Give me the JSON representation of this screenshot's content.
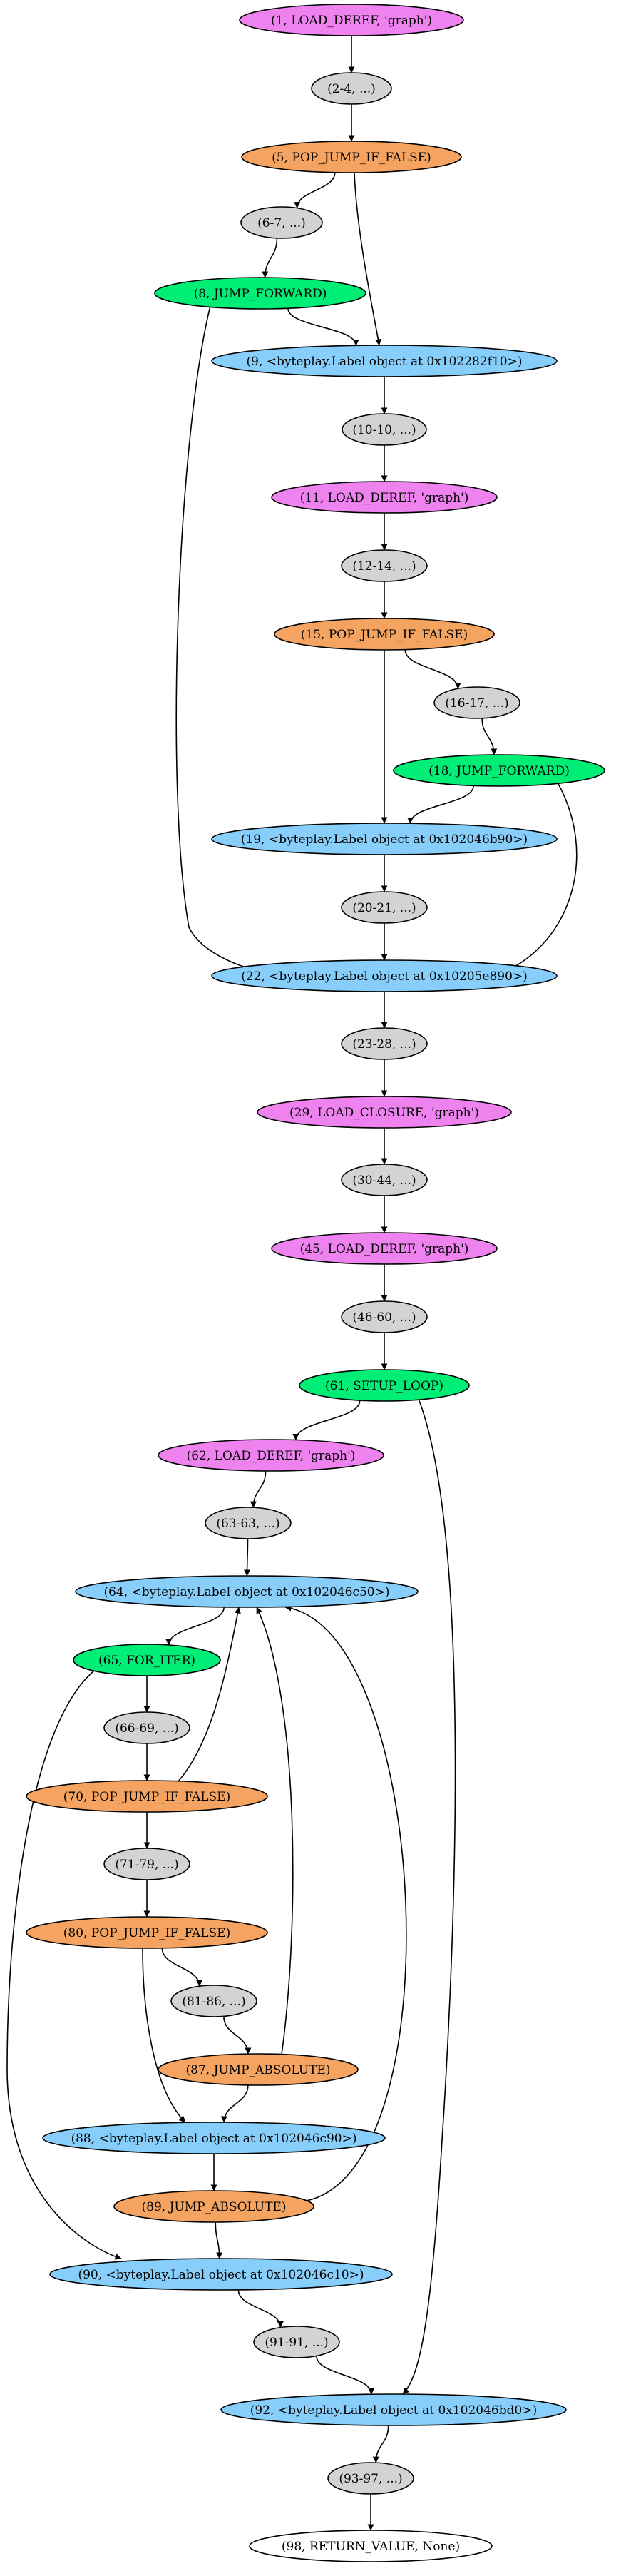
{
  "colors": {
    "magenta": "#ee82ee",
    "gray": "#d3d3d3",
    "orange": "#f4a460",
    "green": "#00ee76",
    "blue": "#87cefa",
    "white": "#ffffff"
  },
  "nodes": [
    {
      "id": "n1",
      "label": "(1, LOAD_DEREF, 'graph')",
      "color": "magenta"
    },
    {
      "id": "n2",
      "label": "(2-4, ...)",
      "color": "gray"
    },
    {
      "id": "n5",
      "label": "(5, POP_JUMP_IF_FALSE)",
      "color": "orange"
    },
    {
      "id": "n6",
      "label": "(6-7, ...)",
      "color": "gray"
    },
    {
      "id": "n8",
      "label": "(8, JUMP_FORWARD)",
      "color": "green"
    },
    {
      "id": "n9",
      "label": "(9, <byteplay.Label object at 0x102282f10>)",
      "color": "blue"
    },
    {
      "id": "n10",
      "label": "(10-10, ...)",
      "color": "gray"
    },
    {
      "id": "n11",
      "label": "(11, LOAD_DEREF, 'graph')",
      "color": "magenta"
    },
    {
      "id": "n12",
      "label": "(12-14, ...)",
      "color": "gray"
    },
    {
      "id": "n15",
      "label": "(15, POP_JUMP_IF_FALSE)",
      "color": "orange"
    },
    {
      "id": "n16",
      "label": "(16-17, ...)",
      "color": "gray"
    },
    {
      "id": "n18",
      "label": "(18, JUMP_FORWARD)",
      "color": "green"
    },
    {
      "id": "n19",
      "label": "(19, <byteplay.Label object at 0x102046b90>)",
      "color": "blue"
    },
    {
      "id": "n20",
      "label": "(20-21, ...)",
      "color": "gray"
    },
    {
      "id": "n22",
      "label": "(22, <byteplay.Label object at 0x10205e890>)",
      "color": "blue"
    },
    {
      "id": "n23",
      "label": "(23-28, ...)",
      "color": "gray"
    },
    {
      "id": "n29",
      "label": "(29, LOAD_CLOSURE, 'graph')",
      "color": "magenta"
    },
    {
      "id": "n30",
      "label": "(30-44, ...)",
      "color": "gray"
    },
    {
      "id": "n45",
      "label": "(45, LOAD_DEREF, 'graph')",
      "color": "magenta"
    },
    {
      "id": "n46",
      "label": "(46-60, ...)",
      "color": "gray"
    },
    {
      "id": "n61",
      "label": "(61, SETUP_LOOP)",
      "color": "green"
    },
    {
      "id": "n62",
      "label": "(62, LOAD_DEREF, 'graph')",
      "color": "magenta"
    },
    {
      "id": "n63",
      "label": "(63-63, ...)",
      "color": "gray"
    },
    {
      "id": "n64",
      "label": "(64, <byteplay.Label object at 0x102046c50>)",
      "color": "blue"
    },
    {
      "id": "n65",
      "label": "(65, FOR_ITER)",
      "color": "green"
    },
    {
      "id": "n66",
      "label": "(66-69, ...)",
      "color": "gray"
    },
    {
      "id": "n70",
      "label": "(70, POP_JUMP_IF_FALSE)",
      "color": "orange"
    },
    {
      "id": "n71",
      "label": "(71-79, ...)",
      "color": "gray"
    },
    {
      "id": "n80",
      "label": "(80, POP_JUMP_IF_FALSE)",
      "color": "orange"
    },
    {
      "id": "n81",
      "label": "(81-86, ...)",
      "color": "gray"
    },
    {
      "id": "n87",
      "label": "(87, JUMP_ABSOLUTE)",
      "color": "orange"
    },
    {
      "id": "n88",
      "label": "(88, <byteplay.Label object at 0x102046c90>)",
      "color": "blue"
    },
    {
      "id": "n89",
      "label": "(89, JUMP_ABSOLUTE)",
      "color": "orange"
    },
    {
      "id": "n90",
      "label": "(90, <byteplay.Label object at 0x102046c10>)",
      "color": "blue"
    },
    {
      "id": "n91",
      "label": "(91-91, ...)",
      "color": "gray"
    },
    {
      "id": "n92",
      "label": "(92, <byteplay.Label object at 0x102046bd0>)",
      "color": "blue"
    },
    {
      "id": "n93",
      "label": "(93-97, ...)",
      "color": "gray"
    },
    {
      "id": "n98",
      "label": "(98, RETURN_VALUE, None)",
      "color": "white"
    }
  ],
  "edges": [
    [
      "n1",
      "n2"
    ],
    [
      "n2",
      "n5"
    ],
    [
      "n5",
      "n6"
    ],
    [
      "n5",
      "n9"
    ],
    [
      "n6",
      "n8"
    ],
    [
      "n8",
      "n9"
    ],
    [
      "n8",
      "n22"
    ],
    [
      "n9",
      "n10"
    ],
    [
      "n10",
      "n11"
    ],
    [
      "n11",
      "n12"
    ],
    [
      "n12",
      "n15"
    ],
    [
      "n15",
      "n16"
    ],
    [
      "n15",
      "n19"
    ],
    [
      "n16",
      "n18"
    ],
    [
      "n18",
      "n19"
    ],
    [
      "n18",
      "n22"
    ],
    [
      "n19",
      "n20"
    ],
    [
      "n20",
      "n22"
    ],
    [
      "n22",
      "n23"
    ],
    [
      "n23",
      "n29"
    ],
    [
      "n29",
      "n30"
    ],
    [
      "n30",
      "n45"
    ],
    [
      "n45",
      "n46"
    ],
    [
      "n46",
      "n61"
    ],
    [
      "n61",
      "n62"
    ],
    [
      "n61",
      "n92"
    ],
    [
      "n62",
      "n63"
    ],
    [
      "n63",
      "n64"
    ],
    [
      "n64",
      "n65"
    ],
    [
      "n65",
      "n66"
    ],
    [
      "n65",
      "n90"
    ],
    [
      "n66",
      "n70"
    ],
    [
      "n70",
      "n64"
    ],
    [
      "n70",
      "n71"
    ],
    [
      "n71",
      "n80"
    ],
    [
      "n80",
      "n81"
    ],
    [
      "n80",
      "n88"
    ],
    [
      "n81",
      "n87"
    ],
    [
      "n87",
      "n64"
    ],
    [
      "n87",
      "n88"
    ],
    [
      "n88",
      "n89"
    ],
    [
      "n89",
      "n64"
    ],
    [
      "n89",
      "n90"
    ],
    [
      "n90",
      "n91"
    ],
    [
      "n91",
      "n92"
    ],
    [
      "n92",
      "n93"
    ],
    [
      "n93",
      "n98"
    ]
  ]
}
